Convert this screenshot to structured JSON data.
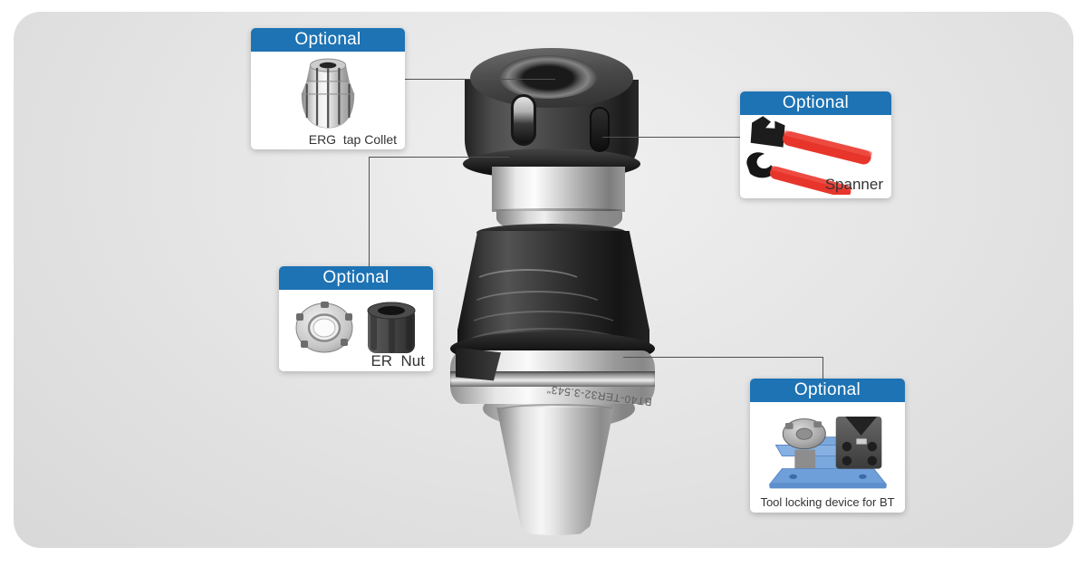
{
  "colors": {
    "accent_blue": "#1d73b4",
    "spanner_red": "#e8352b",
    "device_blue": "#7aa7dc",
    "leader_line": "#4f4f4f"
  },
  "callouts": {
    "collet": {
      "header": "Optional",
      "caption": "ERG  tap Collet"
    },
    "spanner": {
      "header": "Optional",
      "caption": "Spanner"
    },
    "er_nut": {
      "header": "Optional",
      "caption": "ER  Nut"
    },
    "locking": {
      "header": "Optional",
      "caption": "Tool locking device for BT"
    }
  },
  "tool": {
    "engraving": "BT40-TER32-3.543\""
  }
}
